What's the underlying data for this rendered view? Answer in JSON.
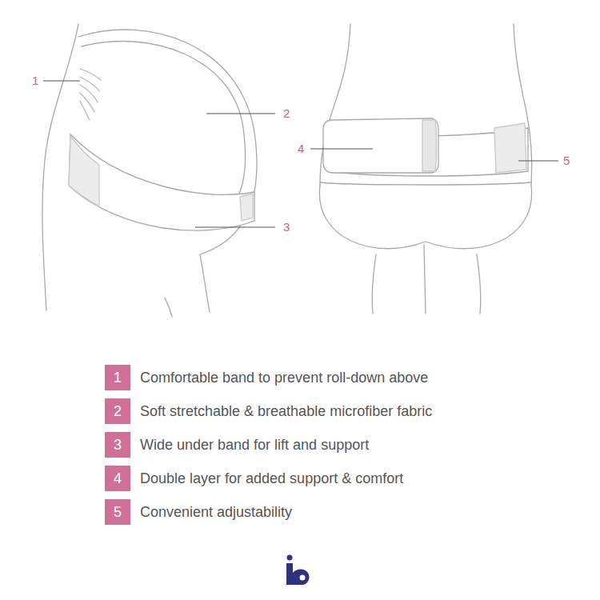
{
  "diagram": {
    "nodes": [
      {
        "text": [
          "1"
        ]
      },
      {
        "text": [
          "2"
        ]
      },
      {
        "text": [
          "3"
        ]
      },
      {
        "text": [
          "4"
        ]
      },
      {
        "text": [
          "5"
        ]
      }
    ],
    "labels": [
      "1",
      "2",
      "3",
      "4",
      "5",
      "Comfortable band to prevent roll-down above",
      "Soft stretchable & breathable microfiber fabric",
      "Wide under band for lift and support",
      "Double layer for added support & comfort",
      "Convenient adjustability"
    ]
  }
}
